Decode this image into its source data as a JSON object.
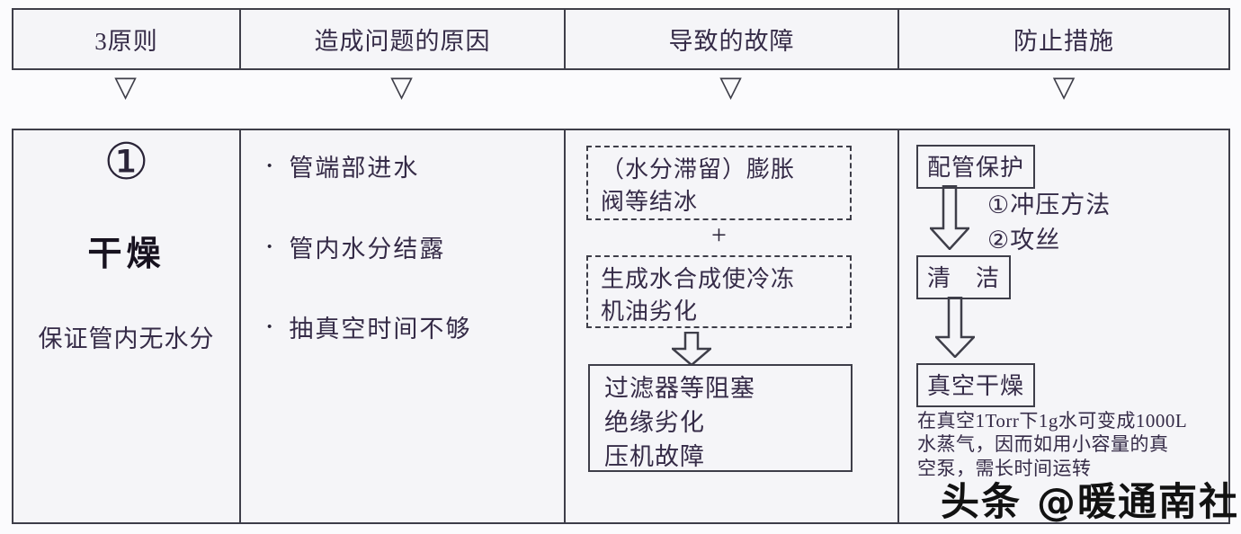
{
  "colors": {
    "background": "#fbfbfd",
    "cell_background": "#f5f5f8",
    "border": "#3e3e49",
    "text": "#352b47",
    "title_text": "#17121f",
    "watermark_text": "#121212"
  },
  "icons": {
    "down_triangle": "▽",
    "bullet": "·"
  },
  "headers": [
    {
      "label": "3原则"
    },
    {
      "label": "造成问题的原因"
    },
    {
      "label": "导致的故障"
    },
    {
      "label": "防止措施"
    }
  ],
  "principle": {
    "number": "①",
    "title": "干燥",
    "description": "保证管内无水分"
  },
  "causes": {
    "items": [
      {
        "label": "管端部进水"
      },
      {
        "label": "管内水分结露"
      },
      {
        "label": "抽真空时间不够"
      }
    ]
  },
  "failures": {
    "expansion_box": "（水分滞留）膨胀\n阀等结冰",
    "plus": "+",
    "oil_box": "生成水合成使冷冻\n机油劣化",
    "result_box": "过滤器等阻塞\n绝缘劣化\n压机故障"
  },
  "measures": {
    "pipe_protection_box": "配管保护",
    "methods": "①冲压方法\n②攻丝",
    "cleaning_box": "清　洁",
    "vacuum_drying_box": "真空干燥",
    "note": "在真空1Torr下1g水可变成1000L\n水蒸气，因而如用小容量的真\n空泵，需长时间运转"
  },
  "watermark": "头条 @暖通南社"
}
